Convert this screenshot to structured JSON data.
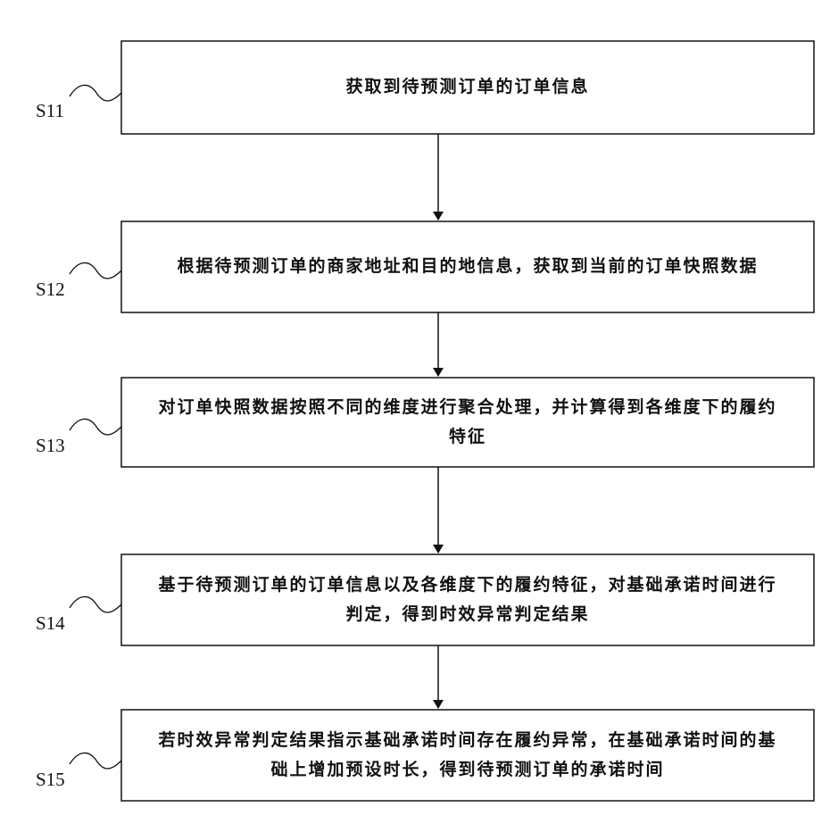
{
  "steps": [
    {
      "id": "S11",
      "text": "获取到待预测订单的订单信息"
    },
    {
      "id": "S12",
      "text": "根据待预测订单的商家地址和目的地信息，获取到当前的订单快照数据"
    },
    {
      "id": "S13",
      "text": "对订单快照数据按照不同的维度进行聚合处理，并计算得到各维度下的履约特征"
    },
    {
      "id": "S14",
      "text": "基于待预测订单的订单信息以及各维度下的履约特征，对基础承诺时间进行判定，得到时效异常判定结果"
    },
    {
      "id": "S15",
      "text": "若时效异常判定结果指示基础承诺时间存在履约异常，在基础承诺时间的基础上增加预设时长，得到待预测订单的承诺时间"
    }
  ]
}
